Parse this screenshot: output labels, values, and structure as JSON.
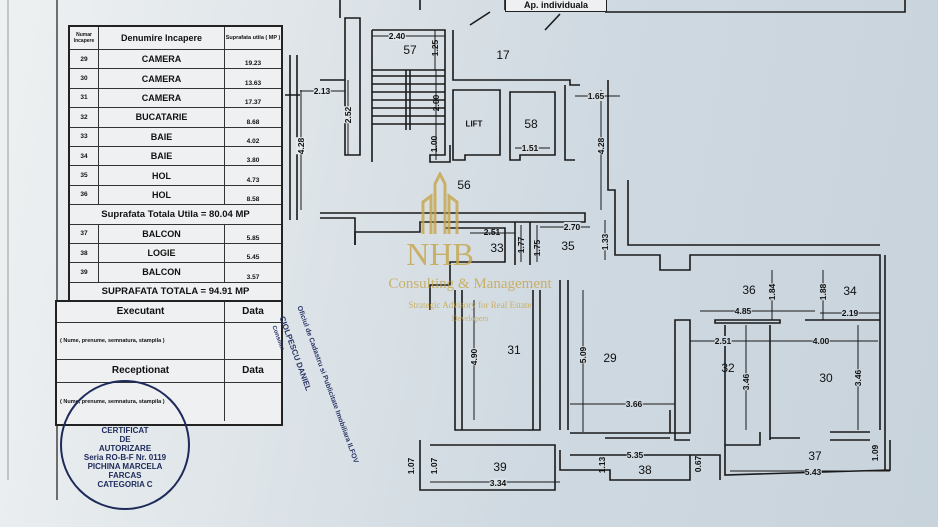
{
  "header_strip": {
    "text": "Ap. individuala"
  },
  "room_table": {
    "headers": {
      "number": "Numar Incapere",
      "name": "Denumire Incapere",
      "area": "Suprafata utila ( MP )"
    },
    "rooms": [
      {
        "number": "29",
        "name": "CAMERA",
        "area": "19.23"
      },
      {
        "number": "30",
        "name": "CAMERA",
        "area": "13.63"
      },
      {
        "number": "31",
        "name": "CAMERA",
        "area": "17.37"
      },
      {
        "number": "32",
        "name": "BUCATARIE",
        "area": "8.68"
      },
      {
        "number": "33",
        "name": "BAIE",
        "area": "4.02"
      },
      {
        "number": "34",
        "name": "BAIE",
        "area": "3.80"
      },
      {
        "number": "35",
        "name": "HOL",
        "area": "4.73"
      },
      {
        "number": "36",
        "name": "HOL",
        "area": "8.58"
      }
    ],
    "total_useful": "Suprafata Totala Utila = 80.04 MP",
    "outdoor": [
      {
        "number": "37",
        "name": "BALCON",
        "area": "5.85"
      },
      {
        "number": "38",
        "name": "LOGIE",
        "area": "5.45"
      },
      {
        "number": "39",
        "name": "BALCON",
        "area": "3.57"
      }
    ],
    "total": "SUPRAFATA TOTALA = 94.91 MP"
  },
  "signature_table": {
    "executant": "Executant",
    "date1": "Data",
    "executant_hint": "( Nume, prenume, semnatura, stampila )",
    "receptionat": "Receptionat",
    "date2": "Data",
    "receptionat_hint": "( Nume, prenume, semnatura, stampila )"
  },
  "stamp": {
    "lines": [
      "CERTIFICAT",
      "DE",
      "AUTORIZARE",
      "Seria RO-B-F Nr. 0119",
      "PICHINA MARCELA",
      "FARCAS",
      "CATEGORIA C"
    ]
  },
  "ocpi_stamp": {
    "line1": "Oficiul de Cadastru si Publicitate Imobiliara ILFOV",
    "line2": "CIOLPESCU DANIEL",
    "line3": "Consilier"
  },
  "rooms": {
    "r57": "57",
    "r17": "17",
    "lift": "LIFT",
    "r58": "58",
    "r56": "56",
    "r33": "33",
    "r35": "35",
    "r36": "36",
    "r34": "34",
    "r31": "31",
    "r29": "29",
    "r32": "32",
    "r30": "30",
    "r39": "39",
    "r38": "38",
    "r37": "37"
  },
  "dimensions": {
    "d240": "2.40",
    "d125": "1.25",
    "d213": "2.13",
    "d252": "2.52",
    "d200": "2.00",
    "d100": "1.00",
    "d151": "1.51",
    "d165": "1.65",
    "d428a": "4.28",
    "d428b": "4.28",
    "d251a": "2.51",
    "d177": "1.77",
    "d175": "1.75",
    "d270": "2.70",
    "d133": "1.33",
    "d184": "1.84",
    "d188": "1.88",
    "d485": "4.85",
    "d219": "2.19",
    "d490": "4.90",
    "d509": "5.09",
    "d251b": "2.51",
    "d400": "4.00",
    "d346a": "3.46",
    "d346b": "3.46",
    "d366": "3.66",
    "d107a": "1.07",
    "d107b": "1.07",
    "d334": "3.34",
    "d113": "1.13",
    "d535": "5.35",
    "d067": "0.67",
    "d109": "1.09",
    "d543": "5.43"
  },
  "watermark": {
    "logo": "NHB",
    "line1": "Consulting & Management",
    "line2": "Strategic Advisory for Real Estate",
    "line3": "Developers",
    "color": "#c7a548"
  }
}
